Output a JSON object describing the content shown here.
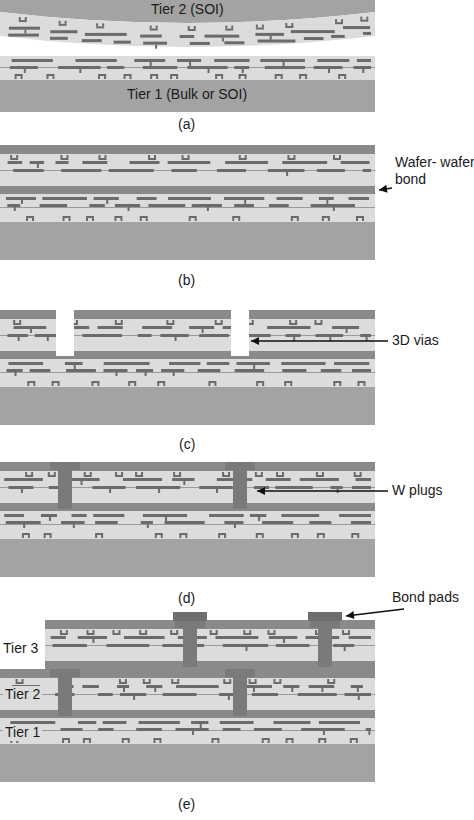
{
  "diagram": {
    "labels": [
      "Tier 2 (SOI)",
      "Tier 1 (Bulk or SOI)",
      "(a)",
      "Wafer- wafer bond",
      "(b)",
      "3D vias",
      "(c)",
      "W plugs",
      "(d)",
      "Bond pads",
      "Tier 3",
      "Tier 2",
      "Tier 1",
      "(e)"
    ]
  }
}
